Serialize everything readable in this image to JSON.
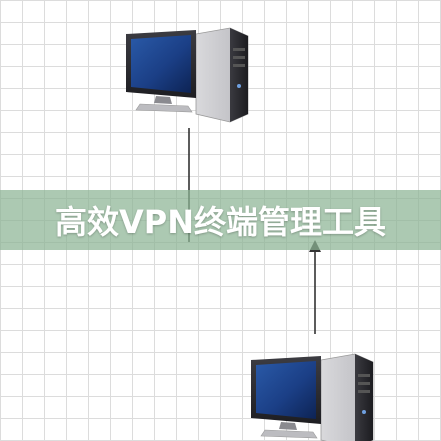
{
  "diagram": {
    "nodes": [
      {
        "id": "computer-top",
        "icon": "desktop-computer-icon"
      },
      {
        "id": "computer-bottom",
        "icon": "desktop-computer-icon"
      }
    ],
    "edges": [
      {
        "from": "computer-top",
        "to": "banner",
        "arrow": "none"
      },
      {
        "from": "computer-bottom",
        "to": "banner",
        "arrow": "up"
      }
    ]
  },
  "banner": {
    "title": "高效VPN终端管理工具"
  },
  "colors": {
    "banner_bg": "#8cb494",
    "banner_text": "#ffffff",
    "grid": "#dcdcdc",
    "line": "#333333"
  }
}
